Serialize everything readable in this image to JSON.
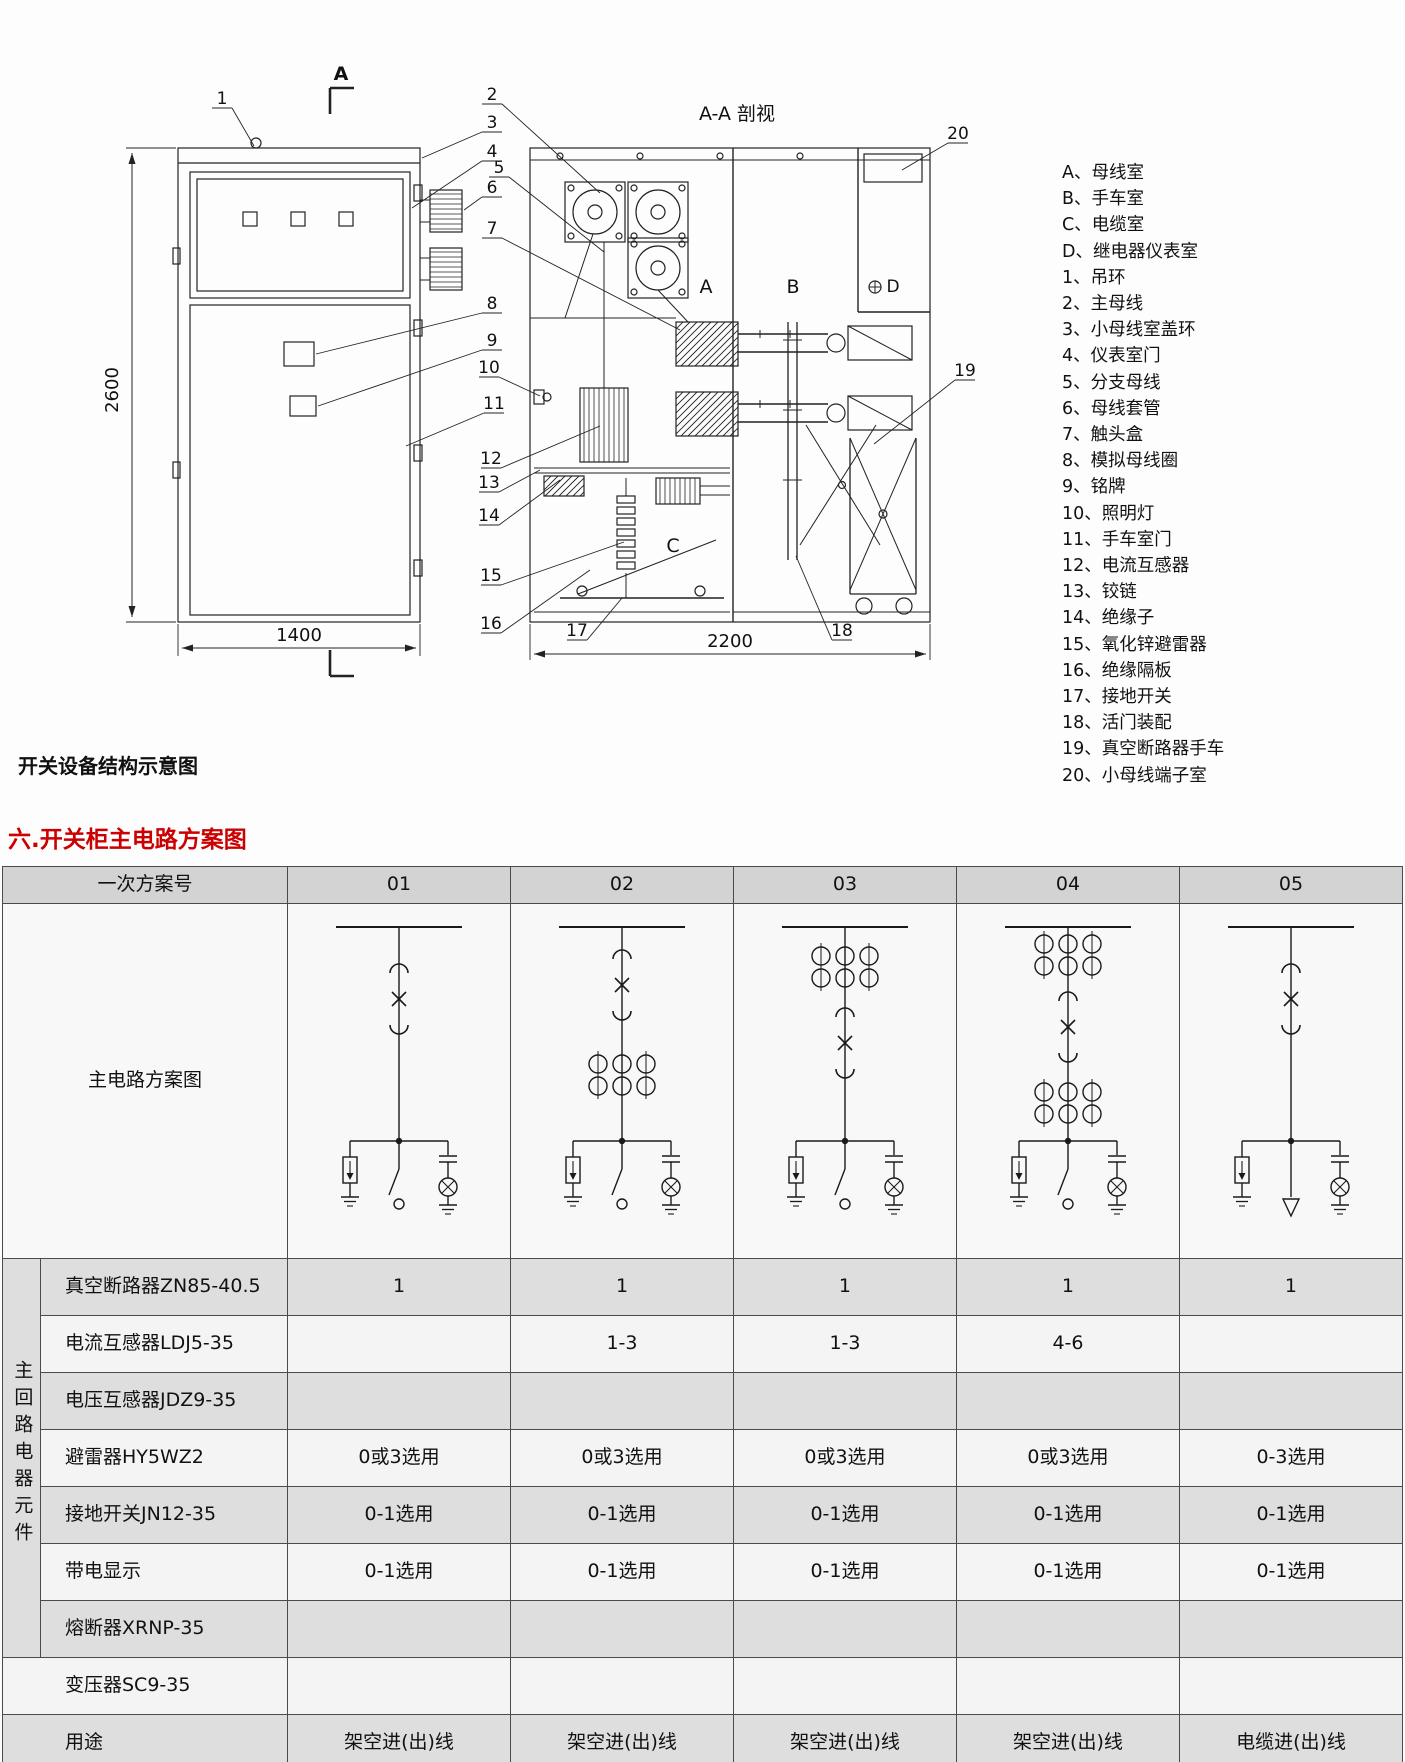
{
  "page": {
    "drawing_caption": "开关设备结构示意图",
    "section_title": "六.开关柜主电路方案图"
  },
  "drawing": {
    "section_marker": "A",
    "section_view_title": "A-A 剖视",
    "dim_height": "2600",
    "dim_width_front": "1400",
    "dim_width_section": "2200",
    "compartment_labels": [
      "A",
      "B",
      "C",
      "D"
    ],
    "callouts": [
      "1",
      "2",
      "3",
      "4",
      "5",
      "6",
      "7",
      "8",
      "9",
      "10",
      "11",
      "12",
      "13",
      "14",
      "15",
      "16",
      "17",
      "18",
      "19",
      "20"
    ],
    "legend": [
      "A、母线室",
      "B、手车室",
      "C、电缆室",
      "D、继电器仪表室",
      "1、吊环",
      "2、主母线",
      "3、小母线室盖环",
      "4、仪表室门",
      "5、分支母线",
      "6、母线套管",
      "7、触头盒",
      "8、模拟母线圈",
      "9、铭牌",
      "10、照明灯",
      "11、手车室门",
      "12、电流互感器",
      "13、铰链",
      "14、绝缘子",
      "15、氧化锌避雷器",
      "16、绝缘隔板",
      "17、接地开关",
      "18、活门装配",
      "19、真空断路器手车",
      "20、小母线端子室"
    ]
  },
  "table": {
    "header_label": "一次方案号",
    "diagram_row_label": "主电路方案图",
    "left_group_label": "主回路电器元件",
    "schemes": [
      {
        "no": "01",
        "ct_above": false,
        "ct_below": false,
        "outlet": "overhead"
      },
      {
        "no": "02",
        "ct_above": false,
        "ct_below": true,
        "outlet": "overhead"
      },
      {
        "no": "03",
        "ct_above": true,
        "ct_below": false,
        "outlet": "overhead"
      },
      {
        "no": "04",
        "ct_above": true,
        "ct_below": true,
        "outlet": "overhead"
      },
      {
        "no": "05",
        "ct_above": false,
        "ct_below": false,
        "outlet": "cable"
      }
    ],
    "rows": [
      {
        "label": "真空断路器ZN85-40.5",
        "group": true,
        "values": [
          "1",
          "1",
          "1",
          "1",
          "1"
        ]
      },
      {
        "label": "电流互感器LDJ5-35",
        "group": true,
        "values": [
          "",
          "1-3",
          "1-3",
          "4-6",
          ""
        ]
      },
      {
        "label": "电压互感器JDZ9-35",
        "group": true,
        "values": [
          "",
          "",
          "",
          "",
          ""
        ]
      },
      {
        "label": "避雷器HY5WZ2",
        "group": true,
        "values": [
          "0或3选用",
          "0或3选用",
          "0或3选用",
          "0或3选用",
          "0-3选用"
        ]
      },
      {
        "label": "接地开关JN12-35",
        "group": true,
        "values": [
          "0-1选用",
          "0-1选用",
          "0-1选用",
          "0-1选用",
          "0-1选用"
        ]
      },
      {
        "label": "带电显示",
        "group": true,
        "values": [
          "0-1选用",
          "0-1选用",
          "0-1选用",
          "0-1选用",
          "0-1选用"
        ]
      },
      {
        "label": "熔断器XRNP-35",
        "group": true,
        "values": [
          "",
          "",
          "",
          "",
          ""
        ]
      },
      {
        "label": "变压器SC9-35",
        "group": false,
        "values": [
          "",
          "",
          "",
          "",
          ""
        ]
      },
      {
        "label": "用途",
        "group": false,
        "values": [
          "架空进(出)线",
          "架空进(出)线",
          "架空进(出)线",
          "架空进(出)线",
          "电缆进(出)线"
        ]
      }
    ]
  },
  "colors": {
    "heading_red": "#cc0000",
    "table_header_bg": "#d3d3d3",
    "row_gray": "#dedede",
    "row_light": "#f4f4f4",
    "line_color": "#222222"
  }
}
